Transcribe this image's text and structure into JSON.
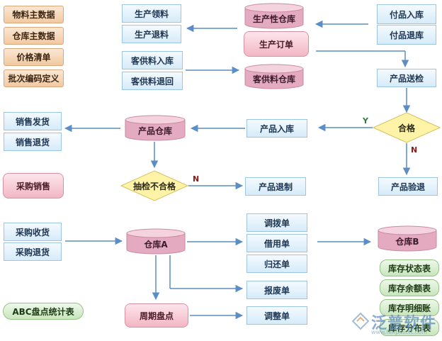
{
  "master_data": [
    "物料主数据",
    "仓库主数据",
    "价格清单",
    "批次编码定义"
  ],
  "nodes": {
    "material_issue": "生产领料",
    "material_return": "生产退料",
    "production_warehouse": "生产性仓库",
    "production_order": "生产订单",
    "subcontract_receipt": "付品入库",
    "subcontract_return": "付品退库",
    "customer_material_receipt": "客供料入库",
    "customer_material_return": "客供料退回",
    "customer_material_warehouse": "客供料仓库",
    "product_inspection": "产品送检",
    "qualified": "合格",
    "product_receipt": "产品入库",
    "product_warehouse": "产品仓库",
    "sales_delivery": "销售发货",
    "sales_return": "销售退货",
    "purchase_sales": "采购销售",
    "sampling_unqualified": "抽检不合格",
    "product_rework": "产品退制",
    "product_recheck": "产品验退",
    "purchase_receipt": "采购收货",
    "purchase_return": "采购退货",
    "warehouse_a": "仓库A",
    "transfer_order": "调拨单",
    "borrow_order": "借用单",
    "return_order": "归还单",
    "scrap_order": "报废单",
    "adjust_order": "调整单",
    "warehouse_b": "仓库B",
    "periodic_count": "周期盘点",
    "abc_stats": "ABC盘点统计表"
  },
  "reports": [
    "库存状态表",
    "库存余额表",
    "库存明细账",
    "库存分布表"
  ],
  "branch_labels": {
    "yes": "Y",
    "no": "N"
  },
  "watermark": {
    "text": "泛普软件",
    "url": "www.fanpusoft.com"
  },
  "colors": {
    "arrow": "#5b8ec4",
    "blue_box": "#d6ebf9",
    "orange_box": "#f1c9a2",
    "pink_cylinder": "#e9b8c9",
    "yellow_diamond": "#fff3a8",
    "green_pill": "#c7e6bc",
    "yes_label": "#2e7d32",
    "no_label": "#8b1a1a"
  }
}
